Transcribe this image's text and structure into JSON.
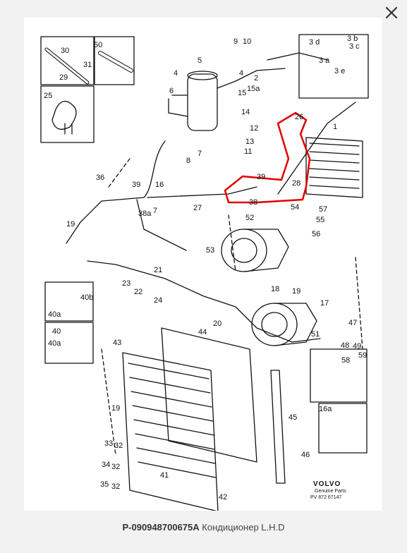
{
  "viewer": {
    "close_icon": "close-icon"
  },
  "caption": {
    "code": "P-090948700675A",
    "title": "Кондиционер L.H.D"
  },
  "diagram": {
    "brand": "VOLVO",
    "brand_sub": "Genuine Parts",
    "part_number": "PV 872 67147",
    "highlight_color": "#e00000",
    "callouts": [
      {
        "id": "c30",
        "text": "30"
      },
      {
        "id": "c50",
        "text": "50"
      },
      {
        "id": "c9",
        "text": "9"
      },
      {
        "id": "c10",
        "text": "10"
      },
      {
        "id": "c3d",
        "text": "3 d"
      },
      {
        "id": "c3b",
        "text": "3 b"
      },
      {
        "id": "c3c",
        "text": "3 c"
      },
      {
        "id": "c3a",
        "text": "3 a"
      },
      {
        "id": "c3e",
        "text": "3 e"
      },
      {
        "id": "c31",
        "text": "31"
      },
      {
        "id": "c29",
        "text": "29"
      },
      {
        "id": "c5",
        "text": "5"
      },
      {
        "id": "c4a",
        "text": "4"
      },
      {
        "id": "c4b",
        "text": "4"
      },
      {
        "id": "c2",
        "text": "2"
      },
      {
        "id": "c6",
        "text": "6"
      },
      {
        "id": "c15",
        "text": "15"
      },
      {
        "id": "c15a",
        "text": "15a"
      },
      {
        "id": "c25",
        "text": "25"
      },
      {
        "id": "c14",
        "text": "14"
      },
      {
        "id": "c26",
        "text": "26"
      },
      {
        "id": "c12",
        "text": "12"
      },
      {
        "id": "c1",
        "text": "1"
      },
      {
        "id": "c13",
        "text": "13"
      },
      {
        "id": "c11",
        "text": "11"
      },
      {
        "id": "c7a",
        "text": "7"
      },
      {
        "id": "c8",
        "text": "8"
      },
      {
        "id": "c36",
        "text": "36"
      },
      {
        "id": "c39a",
        "text": "39"
      },
      {
        "id": "c16",
        "text": "16"
      },
      {
        "id": "c39b",
        "text": "39"
      },
      {
        "id": "c28",
        "text": "28"
      },
      {
        "id": "c27",
        "text": "27"
      },
      {
        "id": "c38",
        "text": "38"
      },
      {
        "id": "c38a",
        "text": "38a"
      },
      {
        "id": "c7b",
        "text": "7"
      },
      {
        "id": "c54",
        "text": "54"
      },
      {
        "id": "c57",
        "text": "57"
      },
      {
        "id": "c55",
        "text": "55"
      },
      {
        "id": "c52",
        "text": "52"
      },
      {
        "id": "c56",
        "text": "56"
      },
      {
        "id": "c19a",
        "text": "19"
      },
      {
        "id": "c53",
        "text": "53"
      },
      {
        "id": "c21",
        "text": "21"
      },
      {
        "id": "c23",
        "text": "23"
      },
      {
        "id": "c22",
        "text": "22"
      },
      {
        "id": "c24",
        "text": "24"
      },
      {
        "id": "c18",
        "text": "18"
      },
      {
        "id": "c19b",
        "text": "19"
      },
      {
        "id": "c17",
        "text": "17"
      },
      {
        "id": "c40b",
        "text": "40b"
      },
      {
        "id": "c40a1",
        "text": "40a"
      },
      {
        "id": "c20",
        "text": "20"
      },
      {
        "id": "c47",
        "text": "47"
      },
      {
        "id": "c40",
        "text": "40"
      },
      {
        "id": "c40a2",
        "text": "40a"
      },
      {
        "id": "c44",
        "text": "44"
      },
      {
        "id": "c51",
        "text": "51"
      },
      {
        "id": "c48",
        "text": "48"
      },
      {
        "id": "c49",
        "text": "49"
      },
      {
        "id": "c43",
        "text": "43"
      },
      {
        "id": "c58",
        "text": "58"
      },
      {
        "id": "c59",
        "text": "59"
      },
      {
        "id": "c19c",
        "text": "19"
      },
      {
        "id": "c45",
        "text": "45"
      },
      {
        "id": "c16a",
        "text": "16a"
      },
      {
        "id": "c33",
        "text": "33"
      },
      {
        "id": "c32a",
        "text": "32"
      },
      {
        "id": "c46",
        "text": "46"
      },
      {
        "id": "c34",
        "text": "34"
      },
      {
        "id": "c32b",
        "text": "32"
      },
      {
        "id": "c41",
        "text": "41"
      },
      {
        "id": "c35",
        "text": "35"
      },
      {
        "id": "c32c",
        "text": "32"
      },
      {
        "id": "c42",
        "text": "42"
      }
    ]
  }
}
